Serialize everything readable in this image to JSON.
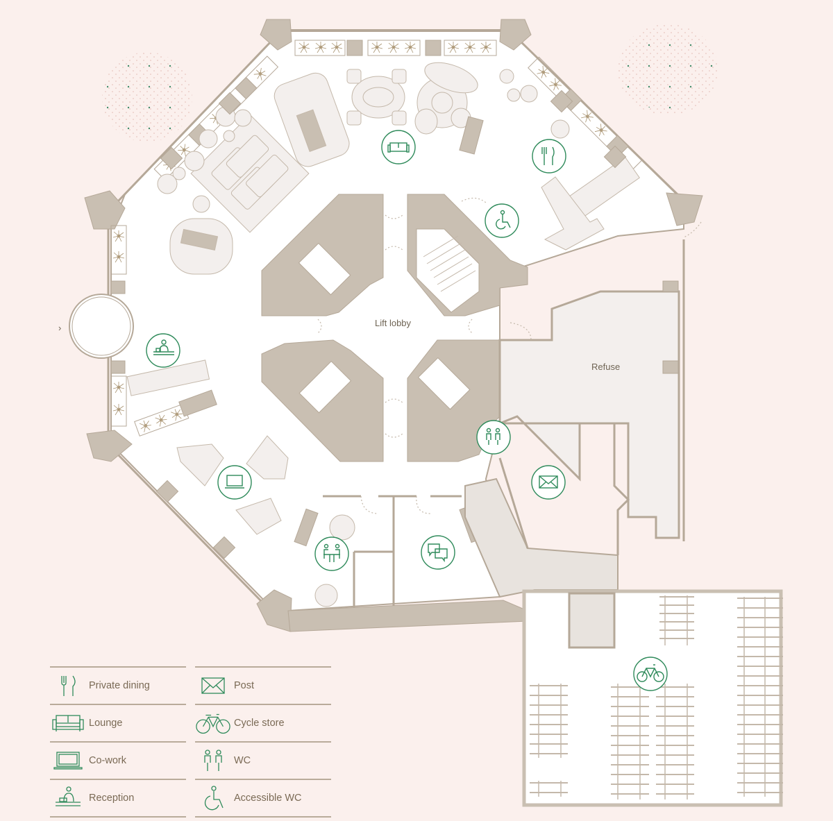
{
  "plan": {
    "labels": {
      "lift_lobby": "Lift lobby",
      "refuse": "Refuse"
    },
    "entrance_marker": "›",
    "room_icons": [
      {
        "id": "lounge",
        "icon": "sofa-icon"
      },
      {
        "id": "private-dining",
        "icon": "fork-knife-icon"
      },
      {
        "id": "accessible-wc",
        "icon": "wheelchair-icon"
      },
      {
        "id": "reception",
        "icon": "reception-desk-icon"
      },
      {
        "id": "co-work",
        "icon": "laptop-icon"
      },
      {
        "id": "wc",
        "icon": "people-icon"
      },
      {
        "id": "post",
        "icon": "envelope-icon"
      },
      {
        "id": "meeting",
        "icon": "meeting-table-icon"
      },
      {
        "id": "chat",
        "icon": "speech-bubbles-icon"
      },
      {
        "id": "cycle-store",
        "icon": "bicycle-icon"
      }
    ],
    "colors": {
      "background": "#fbf0ed",
      "floor": "#ffffff",
      "wall": "#c9bfb2",
      "wall_stroke": "#b5a898",
      "service_floor": "#f3efed",
      "icon_green": "#2e8a5a",
      "text": "#6f6454"
    }
  },
  "legend": {
    "items": [
      {
        "label": "Private dining",
        "icon": "fork-knife-icon"
      },
      {
        "label": "Post",
        "icon": "envelope-icon"
      },
      {
        "label": "Lounge",
        "icon": "sofa-icon"
      },
      {
        "label": "Cycle store",
        "icon": "bicycle-icon"
      },
      {
        "label": "Co-work",
        "icon": "laptop-icon"
      },
      {
        "label": "WC",
        "icon": "people-icon"
      },
      {
        "label": "Reception",
        "icon": "reception-desk-icon"
      },
      {
        "label": "Accessible WC",
        "icon": "wheelchair-icon"
      }
    ]
  }
}
